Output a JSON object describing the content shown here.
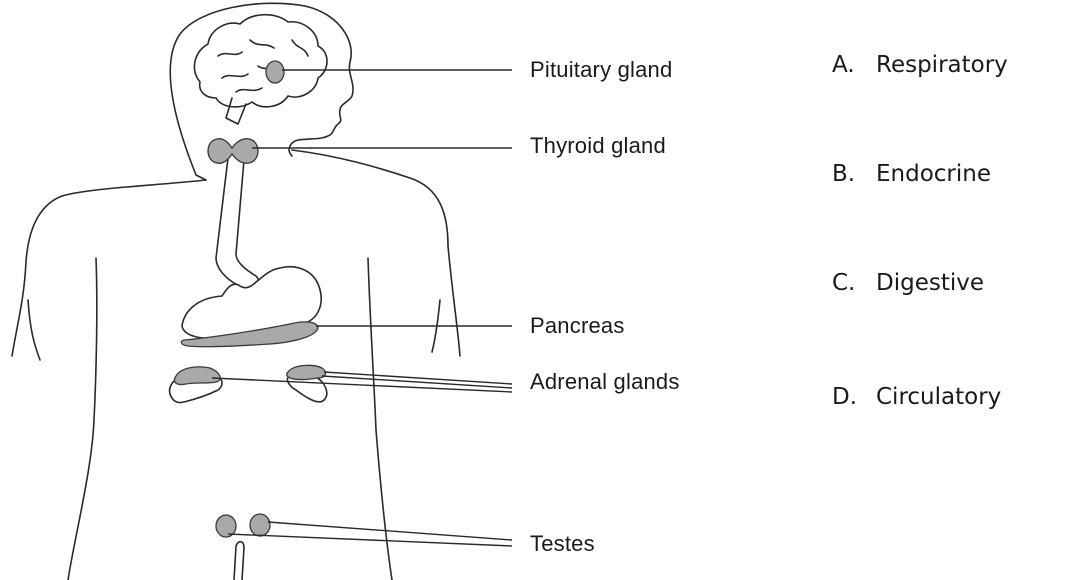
{
  "labels": {
    "pituitary": "Pituitary gland",
    "thyroid": "Thyroid gland",
    "pancreas": "Pancreas",
    "adrenal": "Adrenal glands",
    "testes": "Testes"
  },
  "options": [
    {
      "letter": "A.",
      "text": "Respiratory"
    },
    {
      "letter": "B.",
      "text": "Endocrine"
    },
    {
      "letter": "C.",
      "text": "Digestive"
    },
    {
      "letter": "D.",
      "text": "Circulatory"
    }
  ],
  "colors": {
    "gland_fill": "#a9a9a9",
    "outline": "#2a2a2a",
    "background": "#ffffff"
  }
}
